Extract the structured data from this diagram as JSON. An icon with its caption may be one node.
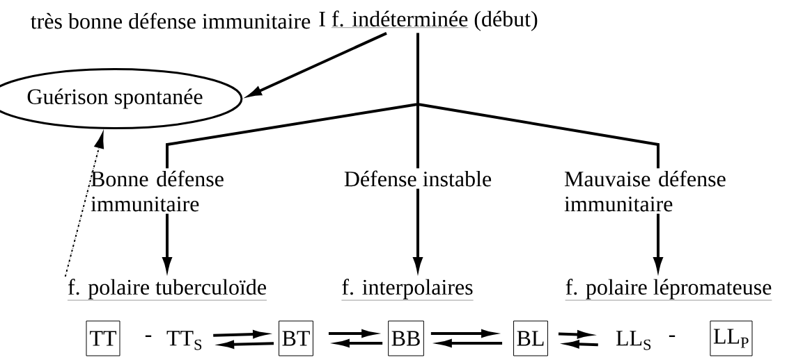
{
  "diagram": {
    "nodes": [
      {
        "text": [
          "I",
          "f. indéterminée",
          "(début)"
        ]
      },
      {
        "text": [
          "Guérison spontanée"
        ]
      },
      {
        "text": [
          "Bonne défense immunitaire"
        ]
      },
      {
        "text": [
          "Défense instable"
        ]
      },
      {
        "text": [
          "Mauvaise défense immunitaire"
        ]
      },
      {
        "text": [
          "f. polaire tuberculoïde"
        ]
      },
      {
        "text": [
          "f. interpolaires"
        ]
      },
      {
        "text": [
          "f. polaire lépromateuse"
        ]
      },
      {
        "text": [
          "TT"
        ]
      },
      {
        "text": [
          "TT$_{S}$"
        ]
      },
      {
        "text": [
          "BT"
        ]
      },
      {
        "text": [
          "BB"
        ]
      },
      {
        "text": [
          "BL"
        ]
      },
      {
        "text": [
          "LL$_{S}$"
        ]
      },
      {
        "text": [
          "LL$_{P}$"
        ]
      }
    ],
    "edges": [
      {
        "from": 0,
        "to": 1,
        "arrow": "to"
      },
      {
        "from": 0,
        "to": 2,
        "arrow": "none"
      },
      {
        "from": 0,
        "to": 3,
        "arrow": "none"
      },
      {
        "from": 0,
        "to": 4,
        "arrow": "none"
      },
      {
        "from": 2,
        "to": 5,
        "arrow": "to"
      },
      {
        "from": 3,
        "to": 6,
        "arrow": "to"
      },
      {
        "from": 4,
        "to": 7,
        "arrow": "to"
      },
      {
        "from": 5,
        "to": 1,
        "arrow": "to",
        "style": "dashed"
      },
      {
        "from": 9,
        "to": 10,
        "arrow": "to"
      },
      {
        "from": 10,
        "to": 9,
        "arrow": "to"
      },
      {
        "from": 10,
        "to": 11,
        "arrow": "to"
      },
      {
        "from": 11,
        "to": 10,
        "arrow": "to"
      },
      {
        "from": 11,
        "to": 12,
        "arrow": "to"
      },
      {
        "from": 12,
        "to": 11,
        "arrow": "to"
      },
      {
        "from": 12,
        "to": 13,
        "arrow": "to"
      },
      {
        "from": 13,
        "to": 12,
        "arrow": "to"
      }
    ],
    "labels": [
      "très bonne défense immunitaire",
      "-",
      "-"
    ]
  }
}
